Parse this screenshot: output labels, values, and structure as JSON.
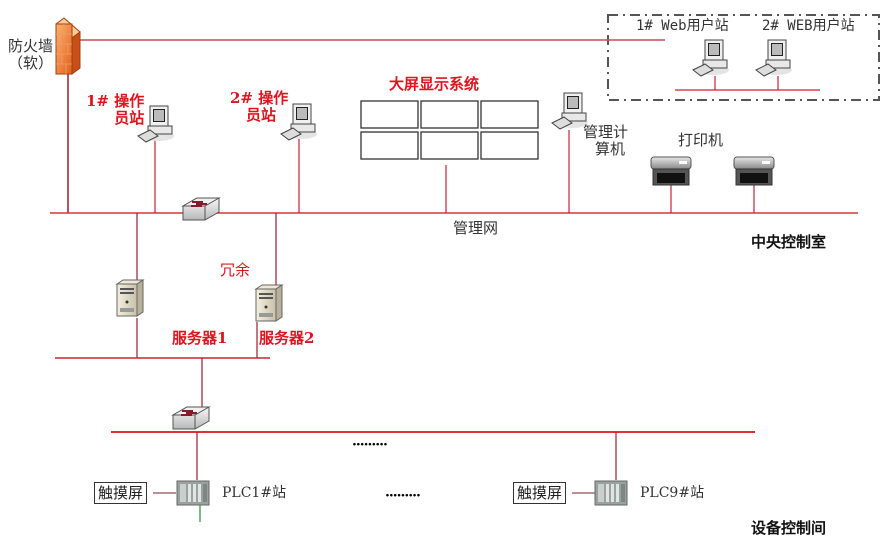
{
  "diagram": {
    "firewall": {
      "label_line1": "防火墙",
      "label_line2": "（软）"
    },
    "web_group": {
      "station1": "1# Web用户站",
      "station2": "2# WEB用户站"
    },
    "operator1": {
      "line1": "1# 操作",
      "line2": "员站"
    },
    "operator2": {
      "line1": "2# 操作",
      "line2": "员站"
    },
    "big_screen": {
      "label": "大屏显示系统",
      "panels": 6
    },
    "mgmt_pc": {
      "line1": "管理计",
      "line2": "算机"
    },
    "printer": {
      "label": "打印机"
    },
    "mgmt_network": {
      "label": "管理网"
    },
    "central_room": {
      "label": "中央控制室"
    },
    "redundant": {
      "label": "冗余"
    },
    "server1": {
      "label": "服务器1"
    },
    "server2": {
      "label": "服务器2"
    },
    "plc1": {
      "label": "PLC1#站",
      "touch": "触摸屏"
    },
    "plc9": {
      "label": "PLC9#站",
      "touch": "触摸屏"
    },
    "ellipsis1": "·········",
    "ellipsis2": "·········",
    "device_room": {
      "label": "设备控制间"
    },
    "colors": {
      "line": "#e0303a",
      "dark_line": "#9a1f2e",
      "label_red": "#e0141e"
    }
  }
}
